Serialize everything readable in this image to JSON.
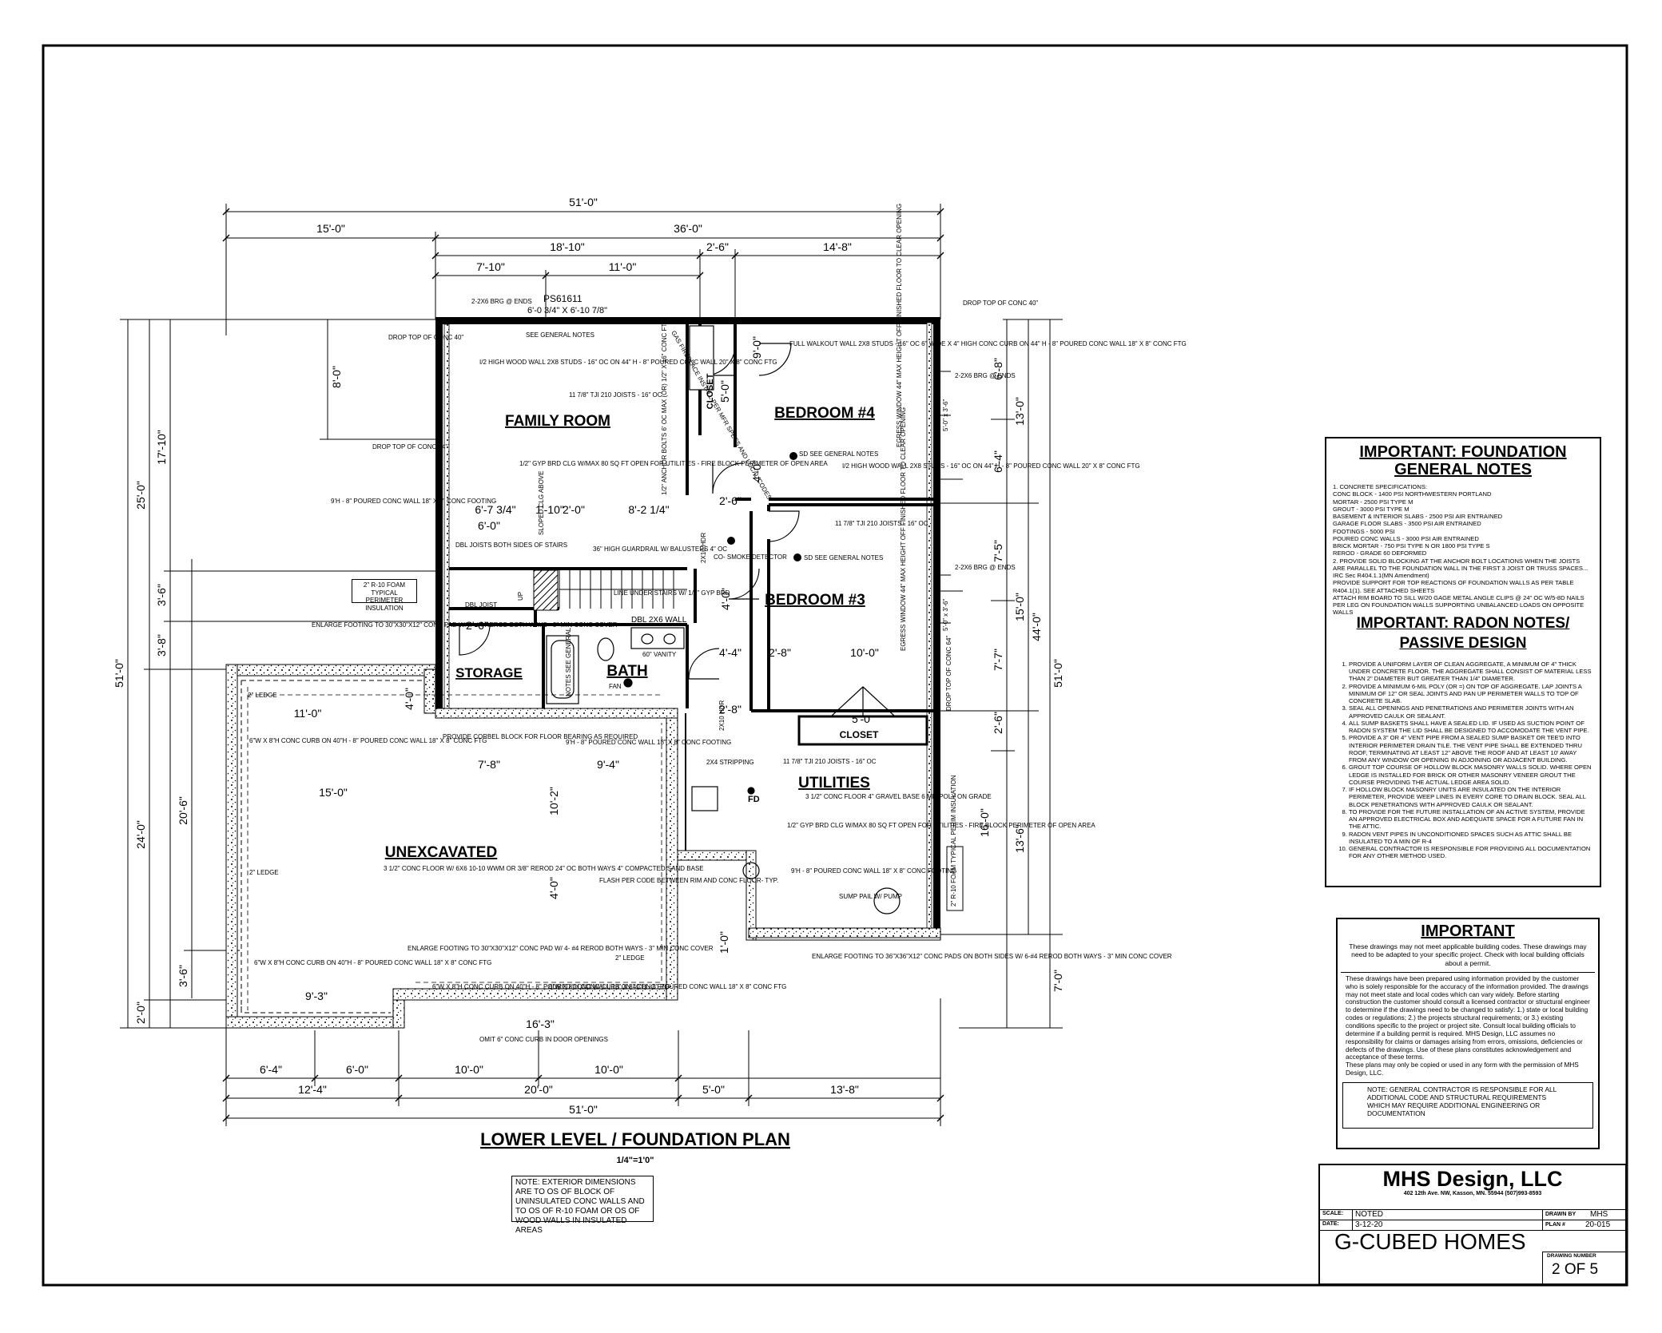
{
  "plan": {
    "title": "LOWER LEVEL / FOUNDATION PLAN",
    "scale": "1/4\"=1'0\"",
    "exterior_note": "NOTE: EXTERIOR DIMENSIONS ARE TO OS OF BLOCK OF UNINSULATED CONC WALLS AND TO OS OF R-10 FOAM OR OS OF WOOD WALLS IN INSULATED AREAS"
  },
  "rooms": {
    "family_room": "FAMILY ROOM",
    "bedroom4": "BEDROOM #4",
    "bedroom3": "BEDROOM #3",
    "storage": "STORAGE",
    "bath": "BATH",
    "utilities": "UTILITIES",
    "unexcavated": "UNEXCAVATED",
    "closet1": "CLOSET",
    "closet2": "CLOSET"
  },
  "dimensions": {
    "top_overall": "51'-0\"",
    "top_a": "15'-0\"",
    "top_b": "36'-0\"",
    "top_c": "18'-10\"",
    "top_d": "2'-6\"",
    "top_e": "14'-8\"",
    "top_f": "7'-10\"",
    "top_g": "11'-0\"",
    "bottom_overall": "51'-0\"",
    "bot_a": "6'-4\"",
    "bot_b": "6'-0\"",
    "bot_c": "10'-0\"",
    "bot_d": "10'-0\"",
    "bot_e": "12'-4\"",
    "bot_f": "20'-0\"",
    "bot_g": "5'-0\"",
    "bot_h": "13'-8\"",
    "left_overall": "51'-0\"",
    "left_a": "25'-0\"",
    "left_b": "24'-0\"",
    "left_c": "2'-0\"",
    "left_d": "17'-10\"",
    "left_e": "3'-6\"",
    "left_f": "3'-8\"",
    "left_g": "20'-6\"",
    "left_h": "3'-6\"",
    "left_i": "8'-0\"",
    "right_overall": "51'-0\"",
    "right_a": "44'-0\"",
    "right_b": "7'-0\"",
    "right_c": "13'-0\"",
    "right_d": "15'-0\"",
    "right_e": "16'-0\"",
    "right_f": "6'-8\"",
    "right_g": "6'-4\"",
    "right_h": "7'-5\"",
    "right_i": "7'-7\"",
    "right_j": "2'-6\"",
    "right_k": "13'-6\"",
    "int_a": "6'-7 3/4\"",
    "int_b": "1'-10\"",
    "int_c": "2'-0\"",
    "int_d": "8'-2 1/4\"",
    "int_e": "6'-0\"",
    "int_f": "2'-6\"",
    "int_g": "4'-4\"",
    "int_h": "2'-8\"",
    "int_i": "10'-0\"",
    "int_j": "11'-0\"",
    "int_k": "15'-0\"",
    "int_l": "7'-8\"",
    "int_m": "9'-4\"",
    "int_n": "10'-2\"",
    "int_o": "4'-0\"",
    "int_p": "4'-0\"",
    "int_q": "9'-3\"",
    "int_r": "16'-3\"",
    "int_s": "1'-0\"",
    "int_t": "5'-0\"",
    "int_u": "5'-0\"",
    "int_v": "9'-0\"",
    "int_w": "4'-0\"",
    "int_x": "2'-6\"",
    "int_y": "2'-8\"",
    "int_z": "4'-0\""
  },
  "callouts": {
    "brg_top": "2-2X6 BRG @ ENDS",
    "window": "PS61611",
    "window_size": "6'-0 3/4\" X 6'-10 7/8\"",
    "drop_top_left": "DROP TOP OF CONC 40\"",
    "drop_top_right": "DROP TOP OF CONC 40\"",
    "drop_top_64": "DROP TOP OF CONC 64\"",
    "drop_top_64r": "DROP TOP OF CONC 64\"",
    "see_general": "SEE GENERAL NOTES",
    "half_wall": "I/2 HIGH WOOD WALL 2X8 STUDS - 16\" OC ON 44\" H - 8\" POURED CONC WALL 20\" X 8\" CONC FTG",
    "joists1": "11 7/8\" TJI 210 JOISTS - 16\" OC",
    "joists2": "11 7/8\" TJI 210 JOISTS - 16\" OC",
    "joists3": "11 7/8\" TJI 210 JOISTS - 16\" OC",
    "gyp1": "1/2\" GYP BRD CLG W/MAX 80 SQ FT OPEN FOR UTILITIES - FIRE BLOCK PERIMETER OF OPEN AREA",
    "gyp2": "1/2\" GYP BRD CLG W/MAX 80 SQ FT OPEN FOR UTILITIES - FIRE BLOCK PERIMETER OF OPEN AREA",
    "gas_fireplace": "GAS FIREPLACE INSTALL PER MFR SPECS AND LOCAL CODES",
    "closet_v": "CLOSET",
    "anchor": "1/2\" ANCHOR BOLTS 6' OC MAX (OR) 1/2\" X 16\" CONC FTG",
    "full_walkout": "FULL WALKOUT WALL 2X8 STUDS - 16\" OC 6\" WIDE X 4\" HIGH CONC CURB ON 44\" H - 8\" POURED CONC WALL 18\" X 8\" CONC FTG",
    "sd1": "SD SEE GENERAL NOTES",
    "sd2": "SD SEE GENERAL NOTES",
    "half_wall2": "I/2 HIGH WOOD WALL 2X8 STUDS - 16\" OC ON 44\" H - 8\" POURED CONC WALL 20\" X 8\" CONC FTG",
    "egress1": "EGRESS WINDOW 44\" MAX HEIGHT OFF FINISHED FLOOR TO CLEAR OPENING",
    "egress2": "EGRESS WINDOW 44\" MAX HEIGHT OFF FINISHED FLOOR TO CLEAR OPENING",
    "brg_r1": "2-2X6 BRG @ ENDS",
    "brg_r2": "2-2X6 BRG @ ENDS",
    "win_r1": "5'-0\" x 3'-6\"",
    "win_r2": "5'-0\" x 3'-6\"",
    "conc_wall_9h": "9'H - 8\" POURED CONC WALL 18\" X 8\" CONC FOOTING",
    "foam": "2\" R-10 FOAM TYPICAL PERIMETER INSULATION",
    "enlarge1": "ENLARGE FOOTING TO 30\"X30\"X12\" CONC PAD W/ 4- #4 REROD BOTH WAYS - 3\" MIN CONC COVER",
    "dbl_joists": "DBL JOISTS BOTH SIDES OF STAIRS",
    "sloped_clg": "SLOPED CLG ABOVE",
    "guardrail": "36\" HIGH GUARDRAIL W/ BALUSTERS 4\" OC",
    "co_smoke": "CO- SMOKE DETECTOR",
    "dbl_joist": "DBL JOIST",
    "up": "UP",
    "line_under": "LINE UNDER STAIRS W/ 1/2\" GYP BRD",
    "dbl_2x6": "DBL 2X6 WALL",
    "vanity": "60\" VANITY",
    "fan": "FAN",
    "notes_see": "NOTES SEE GENERAL",
    "ledge1": "2\" LEDGE",
    "ledge2": "2\" LEDGE",
    "ledge3": "2\" LEDGE",
    "curb1": "6\"W X 8\"H CONC CURB ON 40\"H - 8\" POURED CONC WALL 18\" X 8\" CONC FTG",
    "corbel": "PROVIDE CORBEL BLOCK FOR FLOOR BEARING AS REQUIRED",
    "conc_wall_9h2": "9'H - 8\" POURED CONC WALL 18\" X 8\" CONC FOOTING",
    "stripping": "2X4 STRIPPING",
    "fd": "FD",
    "utilities_floor": "3 1/2\" CONC FLOOR 4\" GRAVEL BASE 6 MIL POLY ON GRADE",
    "unexc_floor": "3 1/2\" CONC FLOOR W/ 6X6 10-10 WWM OR 3/8\" REROD 24\" OC BOTH WAYS 4\" COMPACTED SAND BASE",
    "flash": "FLASH PER CODE BETWEEN RIM AND CONC FLOOR- TYP.",
    "conc_wall_9h3": "9'H - 8\" POURED CONC WALL 18\" X 8\" CONC FOOTING",
    "foam2": "2\" R-10 FOAM TYPICAL PERIM INSULATION",
    "sump": "SUMP PAIL W/ PUMP",
    "enlarge2": "ENLARGE FOOTING TO 36\"X36\"X12\" CONC PADS ON BOTH SIDES W/ 6-#4 REROD BOTH WAYS - 3\" MIN CONC COVER",
    "curb2": "6\"W X 8\"H CONC CURB ON 40\"H - 8\" POURED CONC WALL 18\" X 8\" CONC FTG",
    "enlarge3": "ENLARGE FOOTING TO 30\"X30\"X12\" CONC PAD W/ 4- #4 REROD BOTH WAYS - 3\" MIN CONC COVER",
    "curb3": "6\"W X 8\"H CONC CURB ON 40\"H - 8\" POURED CONC WALL 18\" X 8\" CONC FTG",
    "curb4": "6\"W X 8\"H CONC CURB ON 40\"H - 8\" POURED CONC WALL 18\" X 8\" CONC FTG",
    "omit_curb": "OMIT 6\" CONC CURB IN DOOR OPENINGS",
    "stair_up_v": "2X10 HDR",
    "hdr2": "2X10 HDR"
  },
  "foundation_notes": {
    "title": "IMPORTANT: FOUNDATION GENERAL NOTES",
    "body": "1. CONCRETE SPECIFICATIONS:\nCONC BLOCK - 1400 PSI NORTHWESTERN PORTLAND\nMORTAR - 2500 PSI TYPE M\nGROUT - 3000 PSI TYPE M\nBASEMENT & INTERIOR SLABS - 2500 PSI AIR ENTRAINED\nGARAGE FLOOR SLABS - 3500 PSI AIR ENTRAINED\nFOOTINGS - 5000 PSI\nPOURED CONC WALLS - 3000 PSI AIR ENTRAINED\nBRICK MORTAR - 750 PSI TYPE N OR 1800 PSI TYPE S\nREROD - GRADE 60 DEFORMED\n2. PROVIDE SOLID BLOCKING AT THE ANCHOR BOLT LOCATIONS WHEN THE JOISTS ARE PARALLEL TO THE FOUNDATION WALL IN THE FIRST 3 JOIST OR TRUSS SPACES... IRC Sec R404.1.1(MN Amendment)\nPROVIDE SUPPORT FOR TOP REACTIONS OF FOUNDATION WALLS AS PER TABLE R404.1(1). SEE ATTACHED SHEETS\nATTACH RIM BOARD TO SILL W/20 GAGE METAL ANGLE CLIPS @ 24\" OC W/5-8D NAILS PER LEG ON FOUNDATION WALLS SUPPORTING UNBALANCED LOADS ON OPPOSITE WALLS"
  },
  "radon_notes": {
    "title_a": "IMPORTANT: RADON NOTES/",
    "title_b": "PASSIVE DESIGN",
    "items": [
      "PROVIDE A UNIFORM LAYER OF CLEAN AGGREGATE, A MINIMUM OF 4\" THICK UNDER CONCRETE FLOOR. THE AGGREGATE SHALL CONSIST OF MATERIAL LESS THAN 2\" DIAMETER BUT GREATER THAN 1/4\" DIAMETER.",
      "PROVIDE A MINIMUM 6-MIL POLY (OR =) ON TOP OF AGGREGATE. LAP JOINTS A MINIMUM OF 12\" OR SEAL JOINTS AND PAN UP PERIMETER WALLS TO TOP OF CONCRETE SLAB.",
      "SEAL ALL OPENINGS AND PENETRATIONS AND PERIMETER JOINTS WITH AN APPROVED CAULK OR SEALANT.",
      "ALL SUMP BASKETS SHALL HAVE A SEALED LID. IF USED AS SUCTION POINT OF RADON SYSTEM THE LID SHALL BE DESIGNED TO ACCOMODATE THE VENT PIPE.",
      "PROVIDE A 3\" OR 4\" VENT PIPE FROM A SEALED SUMP BASKET OR TEE'D INTO INTERIOR PERIMETER DRAIN TILE. THE VENT PIPE SHALL BE EXTENDED THRU ROOF, TERMINATING AT LEAST 12\" ABOVE THE ROOF AND AT LEAST 10' AWAY FROM ANY WINDOW OR OPENING IN ADJOINING OR ADJACENT BUILDING.",
      "GROUT TOP COURSE OF HOLLOW BLOCK MASONRY WALLS SOLID. WHERE OPEN LEDGE IS INSTALLED FOR BRICK OR OTHER MASONRY VENEER GROUT THE COURSE PROVIDING THE ACTUAL LEDGE AREA SOLID.",
      "IF HOLLOW BLOCK MASONRY UNITS ARE INSULATED ON THE INTERIOR PERIMETER, PROVIDE WEEP LINES IN EVERY CORE TO DRAIN BLOCK. SEAL ALL BLOCK PENETRATIONS WITH APPROVED CAULK OR SEALANT.",
      "TO PROVIDE FOR THE FUTURE INSTALLATION OF AN ACTIVE SYSTEM, PROVIDE AN APPROVED ELECTRICAL BOX AND ADEQUATE SPACE FOR A FUTURE FAN IN THE ATTIC.",
      "RADON VENT PIPES IN UNCONDITIONED SPACES SUCH AS ATTIC SHALL BE INSULATED TO A MIN OF R-4",
      "GENERAL CONTRACTOR IS RESPONSIBLE FOR PROVIDING ALL DOCUMENTATION FOR ANY OTHER METHOD USED."
    ]
  },
  "important": {
    "title": "IMPORTANT",
    "p1": "These drawings may not meet applicable building codes. These drawings may need to be adapted to your specific project. Check with local building officials about a permit.",
    "p2": "These drawings have been prepared using information provided by the customer who is solely responsible for the accuracy of the information provided. The drawings may not meet state and local codes which can vary widely. Before starting construction the customer should consult a licensed contractor or structural engineer to determine if the drawings need to be changed to satisfy: 1.) state or local building codes or regulations; 2.) the projects structural requirements; or 3.) existing conditions specific to the project or project site. Consult local building officials to determine if a building permit is required. MHS Design, LLC assumes no responsibility for claims or damages arising from errors, omissions, deficiencies or defects of the drawings. Use of these plans constitutes acknowledgement and acceptance of these terms.",
    "p3": "These plans may only be copied or used in any form with the permission of MHS Design, LLC.",
    "gc_note": "NOTE: GENERAL CONTRACTOR IS RESPONSIBLE FOR ALL ADDITIONAL CODE AND STRUCTURAL REQUIREMENTS WHICH MAY REQUIRE ADDITIONAL ENGINEERING OR DOCUMENTATION"
  },
  "titleblock": {
    "company": "MHS Design, LLC",
    "address": "402 12th Ave. NW, Kasson, MN. 55944 (507)993-8593",
    "scale_label": "SCALE:",
    "scale_value": "NOTED",
    "date_label": "DATE:",
    "date_value": "3-12-20",
    "drawn_label": "DRAWN BY",
    "drawn_value": "MHS",
    "plan_label": "PLAN #",
    "plan_value": "20-015",
    "client": "G-CUBED HOMES",
    "drawing_number_label": "DRAWING NUMBER",
    "drawing_number": "2 OF 5"
  }
}
